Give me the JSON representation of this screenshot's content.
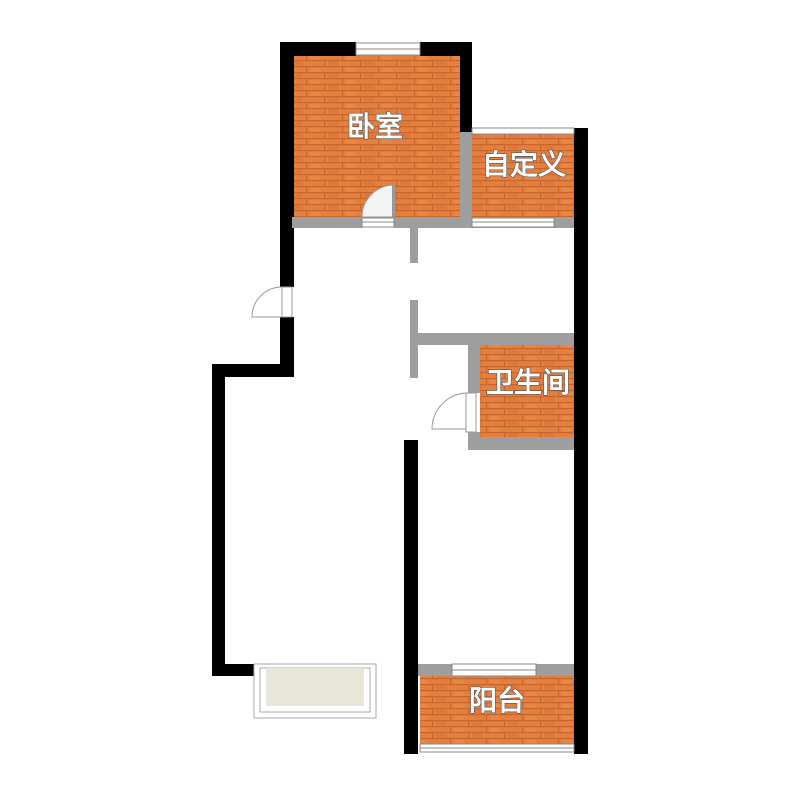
{
  "rooms": {
    "bedroom": {
      "label": "卧室"
    },
    "custom": {
      "label": "自定义"
    },
    "bathroom": {
      "label": "卫生间"
    },
    "balcony": {
      "label": "阳台"
    }
  },
  "colors": {
    "wall": "#000000",
    "partition": "#9e9e9e",
    "floor": "#e07a3a",
    "floor_stripe": "#c9642a",
    "balcony_ext": "#e8e6d8"
  }
}
